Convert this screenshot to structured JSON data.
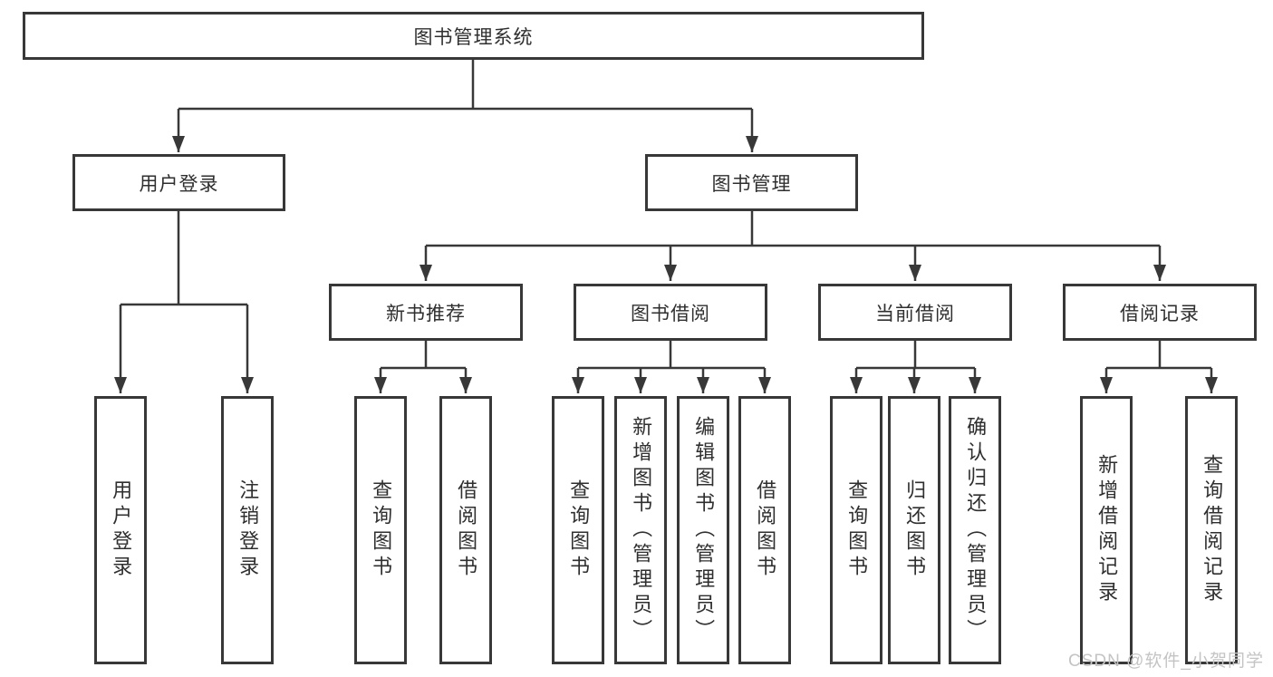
{
  "chart": {
    "root": "图书管理系统",
    "branches": {
      "user_login": {
        "label": "用户登录",
        "children": [
          "用户登录",
          "注销登录"
        ]
      },
      "book_management": {
        "label": "图书管理",
        "sections": {
          "new_book": {
            "label": "新书推荐",
            "children": [
              "查询图书",
              "借阅图书"
            ]
          },
          "borrowing": {
            "label": "图书借阅",
            "children": [
              "查询图书",
              "新增图书（管理员）",
              "编辑图书（管理员）",
              "借阅图书"
            ]
          },
          "current": {
            "label": "当前借阅",
            "children": [
              "查询图书",
              "归还图书",
              "确认归还（管理员）"
            ]
          },
          "records": {
            "label": "借阅记录",
            "children": [
              "新增借阅记录",
              "查询借阅记录"
            ]
          }
        }
      }
    }
  },
  "watermark": "CSDN @软件_小贺同学",
  "colors": {
    "line": "#383838",
    "text": "#2f2f2f",
    "background": "#ffffff",
    "watermark": "#c4c4c4"
  }
}
